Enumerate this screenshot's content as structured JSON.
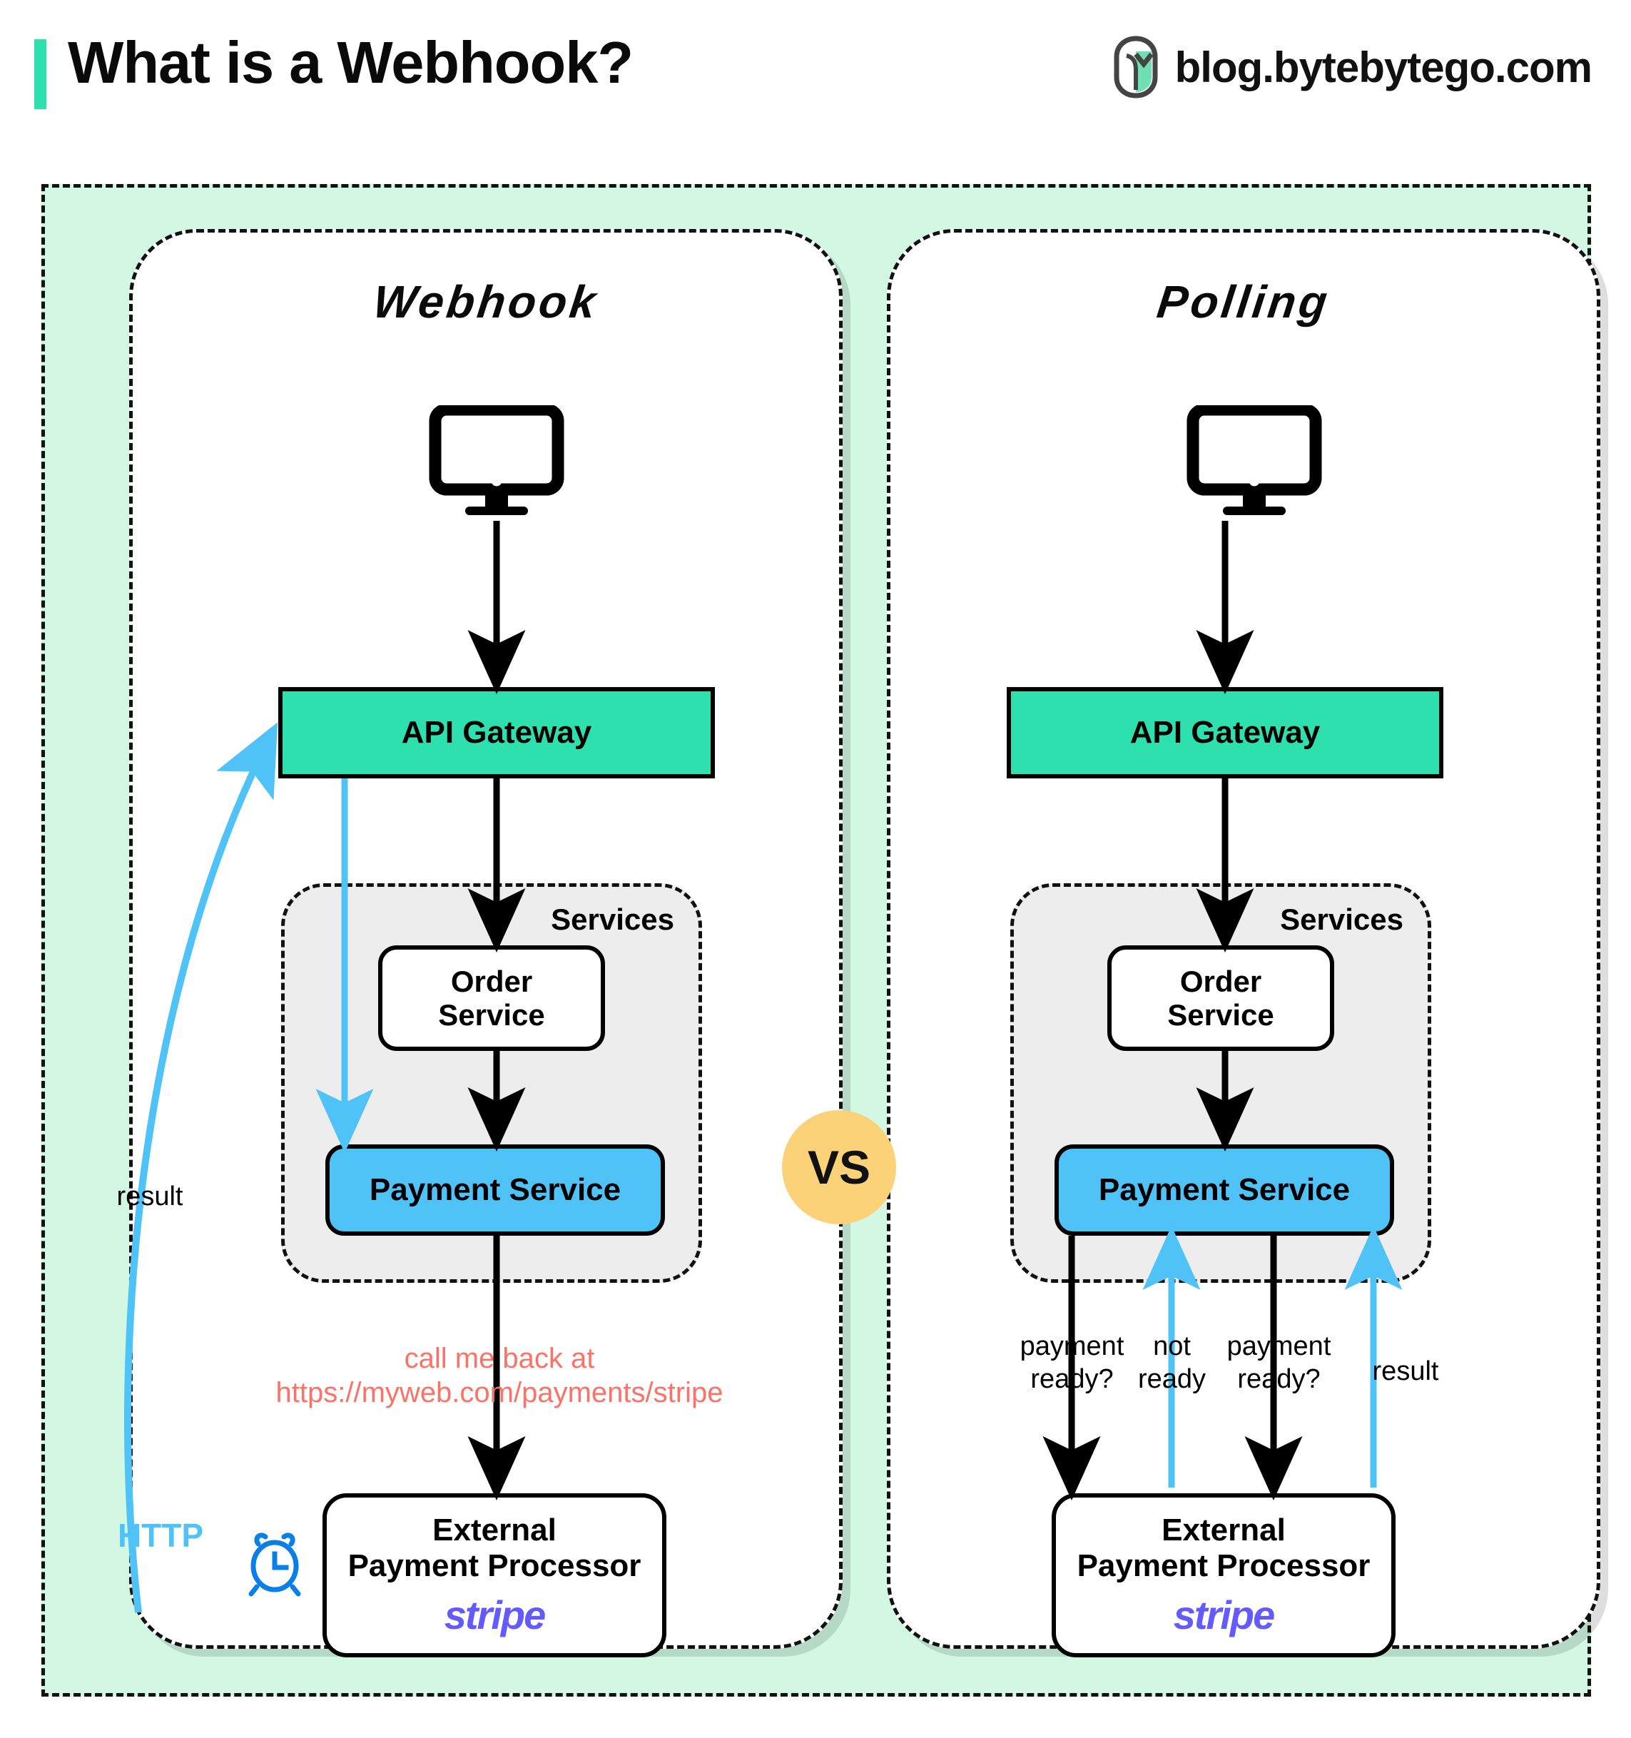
{
  "header": {
    "title": "What is a Webhook?",
    "brand": "blog.bytebytego.com",
    "logo_icon": "bytebytego-logo-icon",
    "accent_color": "#2EE0AD"
  },
  "colors": {
    "container_bg": "#D2F8E4",
    "gateway": "#2EE0AD",
    "payment_service": "#4FC3F7",
    "services_bg": "#EDEDED",
    "callback_text": "#FA7268",
    "http_blue": "#4FC3F7",
    "clock_blue": "#0B7FE8",
    "stripe_purple": "#635BFF",
    "vs_badge": "#FBD277"
  },
  "vs_badge": "VS",
  "panels": [
    {
      "title": "Webhook",
      "client_icon": "monitor-icon",
      "gateway": "API Gateway",
      "services_label": "Services",
      "order_service": [
        "Order",
        "Service"
      ],
      "payment_service": "Payment Service",
      "callback_line1": "call me back at",
      "callback_line2": "https://myweb.com/payments/stripe",
      "processor": [
        "External",
        "Payment Processor"
      ],
      "processor_logo": "stripe",
      "result_label": "result",
      "http_label": "HTTP",
      "clock_icon": "alarm-clock-icon"
    },
    {
      "title": "Polling",
      "client_icon": "monitor-icon",
      "gateway": "API Gateway",
      "services_label": "Services",
      "order_service": [
        "Order",
        "Service"
      ],
      "payment_service": "Payment Service",
      "processor": [
        "External",
        "Payment Processor"
      ],
      "processor_logo": "stripe",
      "poll_labels": [
        {
          "line1": "payment",
          "line2": "ready?"
        },
        {
          "line1": "not",
          "line2": "ready"
        },
        {
          "line1": "payment",
          "line2": "ready?"
        },
        {
          "line1": "result",
          "line2": ""
        }
      ]
    }
  ]
}
